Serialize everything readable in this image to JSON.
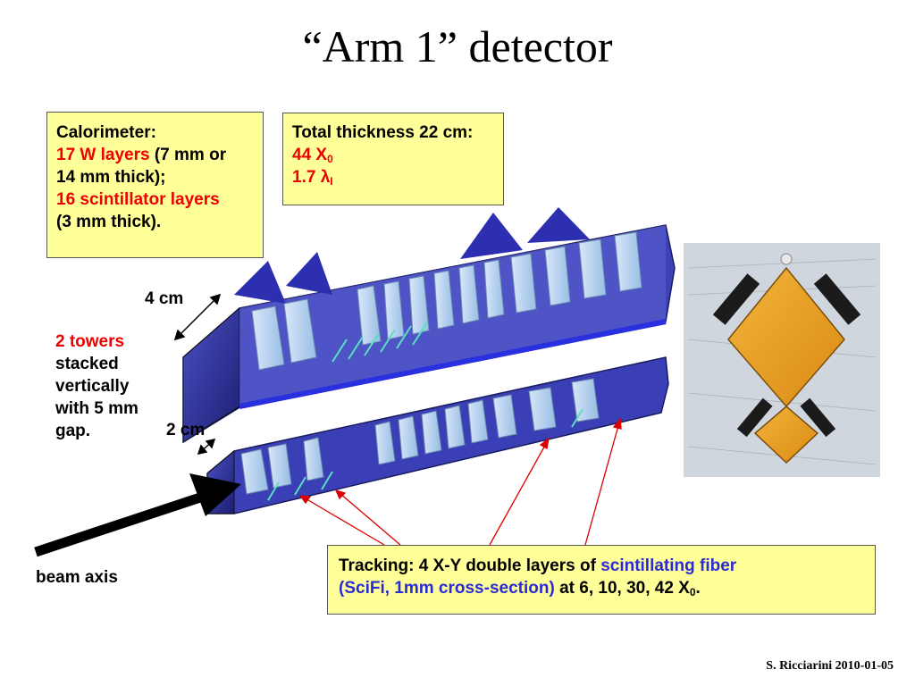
{
  "slide": {
    "title": "“Arm 1” detector",
    "footer": "S. Ricciarini 2010-01-05"
  },
  "calorimeter_box": {
    "heading": "Calorimeter:",
    "w_layers": "17 W layers",
    "w_detail_1": " (7 mm or",
    "w_detail_2": "14 mm thick);",
    "scint_layers": "16 scintillator layers",
    "scint_detail": "(3 mm thick)."
  },
  "thickness_box": {
    "heading": "Total thickness 22 cm:",
    "x0_value": "44 X",
    "x0_sub": "0",
    "lambda_value": "1.7 λ",
    "lambda_sub": "I"
  },
  "towers_note": {
    "red": "2 towers",
    "line_2": "stacked",
    "line_3": "vertically",
    "line_4": "with 5 mm",
    "line_5": "gap."
  },
  "dimension_labels": {
    "upper": "4 cm",
    "lower": "2 cm"
  },
  "beam_label": "beam axis",
  "tracking_box": {
    "part_1": "Tracking: 4 X-Y double layers of ",
    "part_2": "scintillating fiber",
    "part_3": "(SciFi, 1mm cross-section)",
    "part_4": " at 6, 10, 30, 42 X",
    "x0_sub": "0",
    "part_5": "."
  },
  "colors": {
    "callout_fill": "#ffff99",
    "highlight_red": "#ee0000",
    "highlight_blue": "#2a2ad6",
    "detector_blue": "#2b2fb0"
  }
}
